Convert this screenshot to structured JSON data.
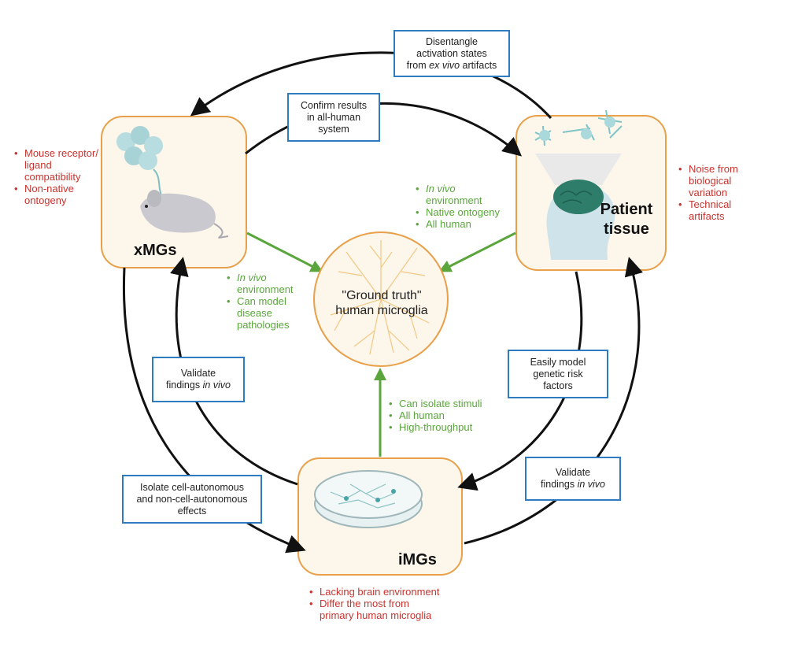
{
  "nodes": {
    "xmgs": {
      "label": "xMGs"
    },
    "patient": {
      "label_line1": "Patient",
      "label_line2": "tissue"
    },
    "imgs": {
      "label": "iMGs"
    },
    "center": {
      "line1": "\"Ground truth\"",
      "line2": "human microglia"
    }
  },
  "boxes": {
    "top": {
      "line1": "Disentangle",
      "line2": "activation states",
      "line3_pre": "from ",
      "line3_em": "ex vivo",
      "line3_post": " artifacts"
    },
    "confirm": {
      "line1": "Confirm results",
      "line2": "in all-human",
      "line3": "system"
    },
    "validate_left": {
      "line1": "Validate",
      "line2_pre": "findings ",
      "line2_em": "in vivo"
    },
    "easily": {
      "line1": "Easily model",
      "line2": "genetic risk",
      "line3": "factors"
    },
    "isolate": {
      "line1": "Isolate cell-autonomous",
      "line2": "and non-cell-autonomous",
      "line3": "effects"
    },
    "validate_right": {
      "line1": "Validate",
      "line2_pre": "findings ",
      "line2_em": "in vivo"
    }
  },
  "lists": {
    "xmgs_cons": [
      "Mouse receptor/",
      "ligand",
      "compatibility",
      "Non-native",
      "ontogeny"
    ],
    "patient_cons": [
      "Noise from",
      "biological",
      "variation",
      "Technical",
      "artifacts"
    ],
    "imgs_cons": [
      "Lacking brain environment",
      "Differ the most from",
      "primary human microglia"
    ],
    "patient_pros": [
      "In vivo",
      "environment",
      "Native ontogeny",
      "All human"
    ],
    "xmgs_pros": [
      "In vivo",
      "environment",
      "Can model",
      "disease",
      "pathologies"
    ],
    "imgs_pros": [
      "Can isolate stimuli",
      "All human",
      "High-throughput"
    ]
  },
  "colors": {
    "node_border": "#e8a04a",
    "node_fill": "#fdf6ea",
    "box_border": "#2e7bbf",
    "cons_text": "#c8332e",
    "pros_text": "#5aa63c",
    "arrow_black": "#111111",
    "arrow_green": "#5aa63c"
  },
  "icons": [
    "mouse-icon",
    "cell-cluster-icon",
    "brain-head-icon",
    "microglia-cells-icon",
    "petri-dish-icon",
    "microglia-center-icon"
  ]
}
